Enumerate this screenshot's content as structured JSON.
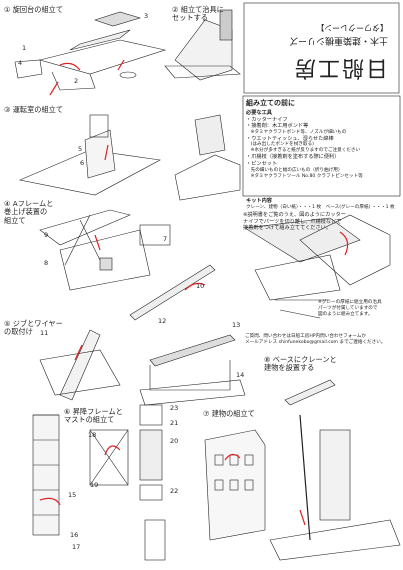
{
  "title": {
    "main": "日船工房",
    "series": "土木・建築重機シリーズ",
    "sub": "【タワークレーン】"
  },
  "steps": {
    "s1": "① 旋回台の組立て",
    "s2": "② 組立て治具に\nセットする",
    "s3": "③ 運転室の組立て",
    "s4": "④ Aフレームと\n巻上げ装置の\n組立て",
    "s5": "⑤ ジブとワイヤー\nの取付け",
    "s6": "⑥ 昇降フレームと\nマストの組立て",
    "s7": "⑦ 建物の組立て",
    "s8": "⑧ ベースにクレーンと\n建物を設置する"
  },
  "part_numbers": [
    "1",
    "2",
    "3",
    "4",
    "5",
    "6",
    "7",
    "8",
    "9",
    "10",
    "11",
    "12",
    "13",
    "14",
    "15",
    "16",
    "17",
    "18",
    "19",
    "20",
    "21",
    "22",
    "23"
  ],
  "requirements": {
    "heading": "組み立ての前に",
    "tools_heading": "必要な工具",
    "items": [
      "・カッターナイフ",
      "・接着剤：木工用ボンド等",
      "　※タミヤクラフトボンド等、ノズルが細いもの",
      "・ウエットティッシュ、湿らせた綿棒",
      "　(はみ出したボンドを拭き取る)",
      "　※水分が多すぎると紙が反りますのでご注意ください",
      "・爪楊枝（接着剤を塗布する際に便利）",
      "・ピンセット",
      "　先の細いものと幅の広いもの（折り曲げ用）",
      "　※タミヤクラフトツール No.80 クラフトピンセット等"
    ],
    "kit_heading": "キット内容",
    "kit_content": "クレーン、建物（白い紙）・・・1 枚　ベース(グレーの厚紙) ・・・1 枚"
  },
  "notes": {
    "manual": "※説明書をご覧のうえ、図のようにカッター\nナイフでパーツを切り離し、爪楊枝などで\n接着剤をつけて組み立ててください。",
    "base_hole": "※グレーの厚紙に組立用の治具\nパーツが付属していますので\n図のように組み立てます。",
    "contact": "ご質問、問い合わせは日船工房HP内問い合わせフォームか\nメールアドレス shinfunekobo@gmail.com までご連絡ください。"
  }
}
